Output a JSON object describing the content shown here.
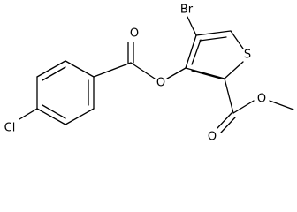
{
  "molecule": {
    "atom_labels": {
      "bromine": "Br",
      "sulfur": "S",
      "ester_oxygen_link": "O",
      "benzoyl_carbonyl_oxygen": "O",
      "methyl_ester_carbonyl_oxygen": "O",
      "methyl_ester_oxygen": "O",
      "chlorine": "Cl"
    }
  }
}
